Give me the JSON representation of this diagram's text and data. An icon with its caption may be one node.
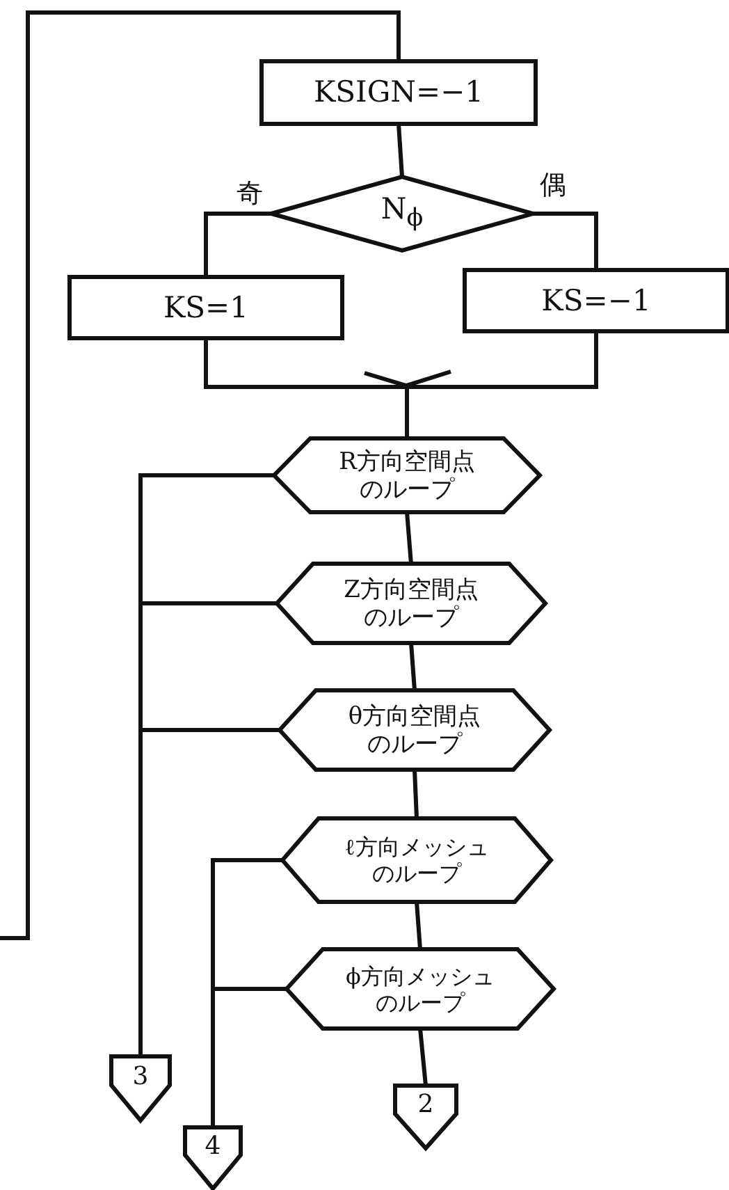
{
  "diagram": {
    "nodes": [
      {
        "text": [
          "KSIGN=−1"
        ]
      },
      {
        "text": [
          "N$_{ϕ}$"
        ]
      },
      {
        "text": [
          "KS=1"
        ]
      },
      {
        "text": [
          "KS=−1"
        ]
      },
      {
        "text": [
          "R方向空間点のループ"
        ]
      },
      {
        "text": [
          "Z方向空間点のループ"
        ]
      },
      {
        "text": [
          "θ方向空間点のループ"
        ]
      },
      {
        "text": [
          "ℓ方向メッシュのループ"
        ]
      },
      {
        "text": [
          "ϕ方向メッシュのループ"
        ]
      },
      {
        "text": [
          "3"
        ]
      },
      {
        "text": [
          "4"
        ]
      },
      {
        "text": [
          "2"
        ]
      }
    ],
    "edges": [
      {
        "from": null,
        "to": 0,
        "arrow": "none"
      },
      {
        "from": 0,
        "to": 1,
        "arrow": "none"
      },
      {
        "from": 1,
        "to": 2,
        "arrow": "none",
        "label": "奇"
      },
      {
        "from": 1,
        "to": 3,
        "arrow": "none",
        "label": "偶"
      },
      {
        "from": 2,
        "to": 4,
        "arrow": "none"
      },
      {
        "from": 3,
        "to": 4,
        "arrow": "none"
      },
      {
        "from": 4,
        "to": 5,
        "arrow": "none"
      },
      {
        "from": 5,
        "to": 6,
        "arrow": "none"
      },
      {
        "from": 6,
        "to": 7,
        "arrow": "none"
      },
      {
        "from": 7,
        "to": 8,
        "arrow": "none"
      },
      {
        "from": 4,
        "to": 9,
        "arrow": "none"
      },
      {
        "from": 5,
        "to": 9,
        "arrow": "none"
      },
      {
        "from": 6,
        "to": 9,
        "arrow": "none"
      },
      {
        "from": 7,
        "to": 10,
        "arrow": "none"
      },
      {
        "from": 8,
        "to": 10,
        "arrow": "none"
      },
      {
        "from": 8,
        "to": 11,
        "arrow": "none"
      }
    ]
  }
}
